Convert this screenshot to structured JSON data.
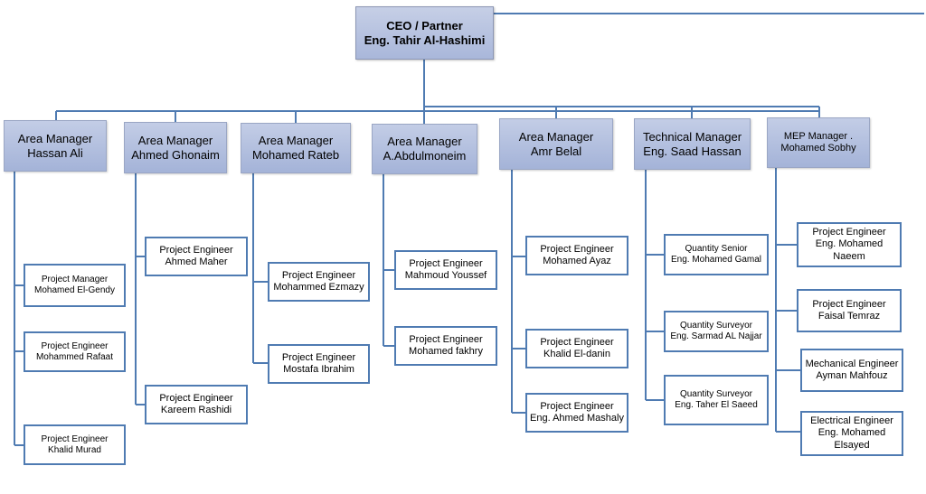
{
  "ceo": {
    "line1": "CEO / Partner",
    "line2": "Eng. Tahir Al-Hashimi"
  },
  "managers": [
    {
      "line1": "Area Manager",
      "line2": "Hassan Ali"
    },
    {
      "line1": "Area Manager",
      "line2": "Ahmed Ghonaim"
    },
    {
      "line1": "Area Manager",
      "line2": "Mohamed Rateb"
    },
    {
      "line1": "Area Manager",
      "line2": "A.Abdulmoneim"
    },
    {
      "line1": "Area Manager",
      "line2": "Amr Belal"
    },
    {
      "line1": "Technical Manager",
      "line2": "Eng. Saad Hassan"
    },
    {
      "line1": "MEP Manager .",
      "line2": "Mohamed Sobhy"
    }
  ],
  "staff": {
    "hassan": [
      {
        "line1": "Project Manager",
        "line2": "Mohamed El-Gendy"
      },
      {
        "line1": "Project Engineer",
        "line2": "Mohammed Rafaat"
      },
      {
        "line1": "Project Engineer",
        "line2": "Khalid Murad"
      }
    ],
    "ghonaim": [
      {
        "line1": "Project Engineer",
        "line2": "Ahmed Maher"
      },
      {
        "line1": "Project Engineer",
        "line2": "Kareem Rashidi"
      }
    ],
    "rateb": [
      {
        "line1": "Project Engineer",
        "line2": "Mohammed Ezmazy"
      },
      {
        "line1": "Project Engineer",
        "line2": "Mostafa Ibrahim"
      }
    ],
    "abdulmoneim": [
      {
        "line1": "Project Engineer",
        "line2": "Mahmoud Youssef"
      },
      {
        "line1": "Project Engineer",
        "line2": "Mohamed fakhry"
      }
    ],
    "belal": [
      {
        "line1": "Project Engineer",
        "line2": "Mohamed Ayaz"
      },
      {
        "line1": "Project Engineer",
        "line2": "Khalid El-danin"
      },
      {
        "line1": "Project Engineer",
        "line2": "Eng. Ahmed Mashaly"
      }
    ],
    "technical": [
      {
        "line1": "Quantity Senior",
        "line2": "Eng. Mohamed Gamal"
      },
      {
        "line1": "Quantity Surveyor",
        "line2": "Eng. Sarmad AL Najjar"
      },
      {
        "line1": "Quantity Surveyor",
        "line2": "Eng. Taher El Saeed"
      }
    ],
    "mep": [
      {
        "line1": "Project Engineer",
        "line2": "Eng. Mohamed",
        "line3": "Naeem"
      },
      {
        "line1": "Project Engineer",
        "line2": "Faisal Temraz"
      },
      {
        "line1": "Mechanical Engineer",
        "line2": "Ayman Mahfouz"
      },
      {
        "line1": "Electrical  Engineer",
        "line2": "Eng. Mohamed",
        "line3": "Elsayed"
      }
    ]
  },
  "colors": {
    "connector": "#4f7bb2",
    "box_border": "#4f7bb2",
    "manager_fill": "#b3c0e0"
  }
}
